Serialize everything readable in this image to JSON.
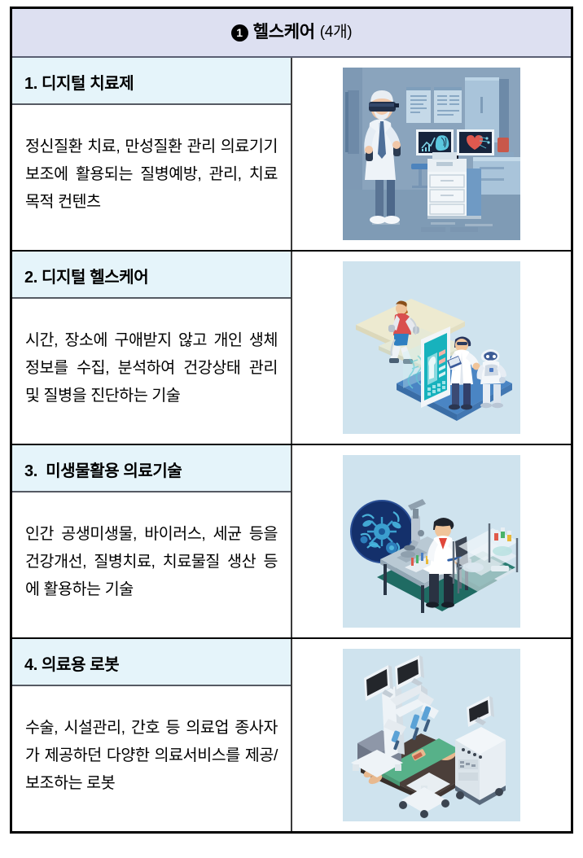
{
  "header": {
    "marker": "1",
    "marker_icon": "circled-number-one-icon",
    "title": "헬스케어",
    "count": "(4개)",
    "background_color": "#dde0f1"
  },
  "colors": {
    "header_band": "#dde0f1",
    "row_title_band": "#e5f4fa",
    "table_border": "#000000",
    "inner_border": "#555a63",
    "illustration_bg_1": "#8aa4bd",
    "illustration_bg_2": "#cfe3ee",
    "illustration_bg_3": "#cfe3ee",
    "illustration_bg_4": "#cfe3ee"
  },
  "rows": [
    {
      "index": "1",
      "title": "1. 디지털 치료제",
      "description": "정신질환 치료, 만성질환 관리 의료기기 보조에 활용되는 질병예방, 관리, 치료목적 컨텐츠",
      "image_name": "doctor-vr-headset-clinic-illustration",
      "image_alt": "VR 헤드셋을 착용한 의사가 진료실에서 뇌와 심장 스캔 모니터를 보는 일러스트"
    },
    {
      "index": "2",
      "title": "2. 디지털 헬스케어",
      "description": "시간, 장소에 구애받지 않고 개인 생체정보를 수집, 분석하여 건강상태 관리 및 질병을 진단하는 기술",
      "image_name": "wearable-monitoring-isometric-illustration",
      "image_alt": "웨어러블 센서를 착용한 사람, 태블릿 화면의 인체 데이터, 의사와 로봇의 아이소메트릭 일러스트"
    },
    {
      "index": "3",
      "title": "3.  미생물활용 의료기술",
      "description": "인간 공생미생물, 바이러스, 세균 등을 건강개선, 질병치료, 치료물질 생산 등에 활용하는 기술",
      "image_name": "microbiology-lab-microscope-illustration",
      "image_alt": "현미경 앞의 연구원과 확대된 미생물 원형 이미지, 실험대와 시험관 선반 일러스트"
    },
    {
      "index": "4",
      "title": "4. 의료용 로봇",
      "description": "수술, 시설관리, 간호 등 의료업 종사자가 제공하던 다양한 의료서비스를 제공/보조하는 로봇",
      "image_name": "surgical-robot-operating-room-illustration",
      "image_alt": "수술 로봇 암과 모니터, 녹색 드레이프를 덮은 환자와 수술대, 의료 장비 카트 일러스트"
    }
  ]
}
